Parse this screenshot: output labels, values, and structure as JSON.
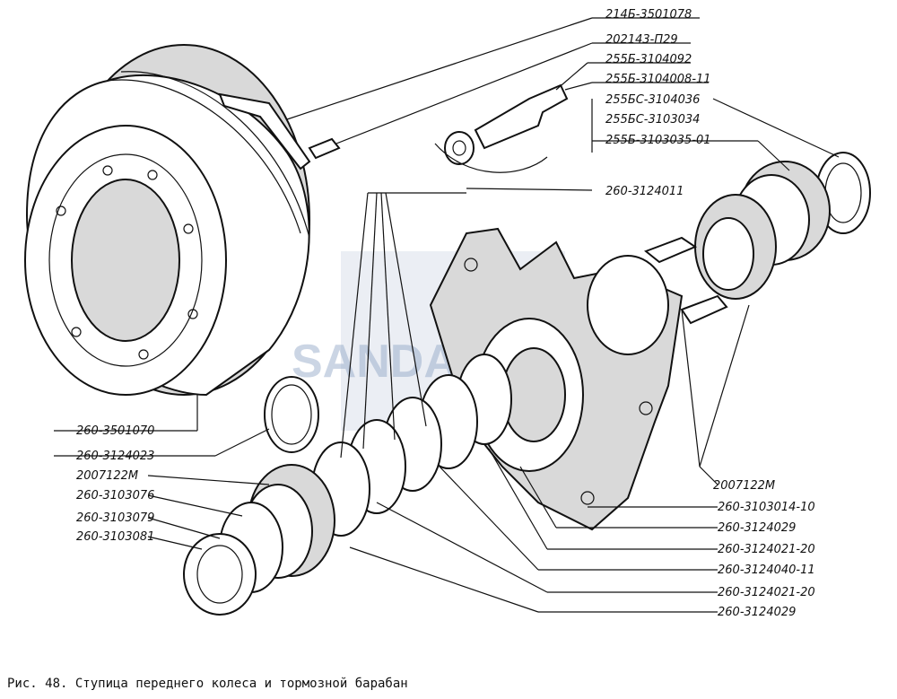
{
  "labels": {
    "drum_screw": "214Б-3501078",
    "washer_202143": "202143-П29",
    "nut_255b_3104092": "255Б-3104092",
    "stud_255b_3104008": "255Б-3104008-11",
    "ring_255bs_3104036": "255БС-3104036",
    "bearing_255bs_3103034": "255БС-3103034",
    "cup_255b_3103035": "255Б-3103035-01",
    "seal_260_3124011": "260-3124011",
    "drum_260_3501070": "260-3501070",
    "seal_260_3124023": "260-3124023",
    "bearing_left_2007122m": "2007122М",
    "part_260_3103076": "260-3103076",
    "part_260_3103079": "260-3103079",
    "part_260_3103081": "260-3103081",
    "bearing_right_2007122m": "2007122М",
    "hub_260_3103014": "260-3103014-10",
    "part_260_3124029_a": "260-3124029",
    "part_260_3124021_a": "260-3124021-20",
    "part_260_3124040": "260-3124040-11",
    "part_260_3124021_b": "260-3124021-20",
    "part_260_3124029_b": "260-3124029"
  },
  "watermark": "SANDA",
  "caption": "Рис. 48. Ступица переднего колеса и тормозной барабан",
  "colors": {
    "ink": "#111111",
    "paper": "#ffffff",
    "watermark": "#8ea3c4"
  }
}
